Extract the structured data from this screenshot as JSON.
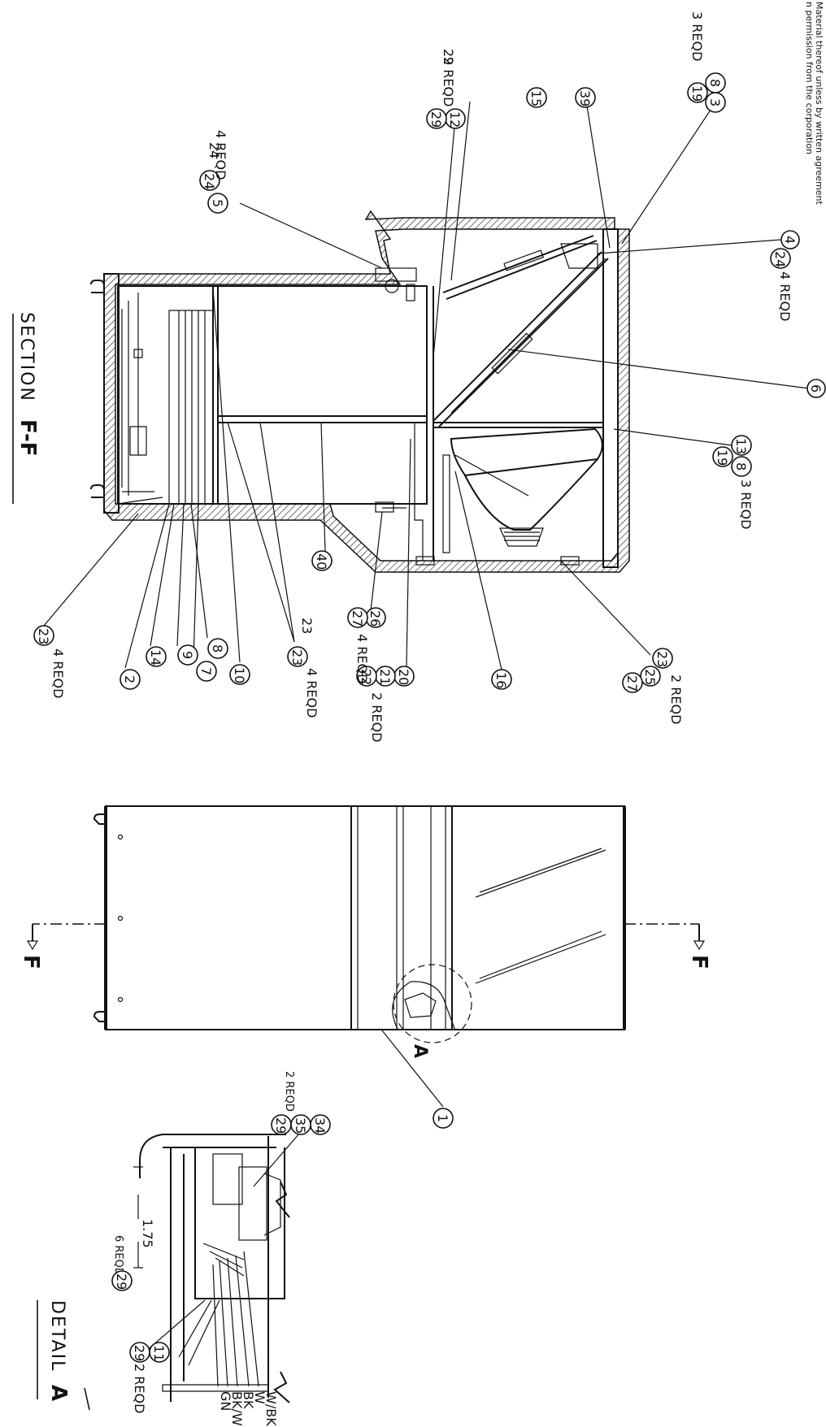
{
  "notice": {
    "line1": "Material thereof unless by written agreement",
    "line2": "n permission from the corporation"
  },
  "section": {
    "title": "SECTION",
    "mark": "F-F"
  },
  "cut_marks": [
    "F",
    "F"
  ],
  "detail": {
    "title": "DETAIL",
    "mark": "A",
    "dimension": "1.75",
    "dim_note": "6 REQD",
    "wires": [
      "W/BK",
      "W",
      "BK",
      "BK/W",
      "GN"
    ]
  },
  "balloons": {
    "b1": "1",
    "b2": "2",
    "b3": "3",
    "b4": "4",
    "b5": "5",
    "b6": "6",
    "b7": "7",
    "b8a": "8",
    "b8b": "8",
    "b8c": "8",
    "b9": "9",
    "b10": "10",
    "b11": "11",
    "b12": "12",
    "b13": "13",
    "b14": "14",
    "b15": "15",
    "b16": "16",
    "b19a": "19",
    "b19b": "19",
    "b20": "20",
    "b21": "21",
    "b22": "22",
    "b23a": "23",
    "b23b": "23",
    "b23c": "23",
    "b23d": "23",
    "b24a": "24",
    "b24b": "24",
    "b25": "25",
    "b26": "26",
    "b27a": "27",
    "b27b": "27",
    "b29a": "29",
    "b29b": "29",
    "b29c": "29",
    "b29d": "29",
    "b34": "34",
    "b35": "35",
    "b39": "39",
    "b40": "40",
    "a": "A"
  },
  "notes": {
    "n_3reqd_top": "3 REQD",
    "n_2reqd_29": "2 REQD",
    "n_4reqd_24_top": "4 REQD",
    "n_24_4reqd": "4 REQD",
    "n_3reqd_mid": "3 REQD",
    "n_2reqd_bottom": "2 REQD",
    "n_2reqd_20": "2 REQD",
    "n_4reqd_a": "4 REQD",
    "n_4reqd_b": "4 REQD",
    "n_4reqd_c": "4 REQD",
    "n_2reqd_detail": "2 REQD",
    "n_2reqd_11": "2 REQD"
  }
}
